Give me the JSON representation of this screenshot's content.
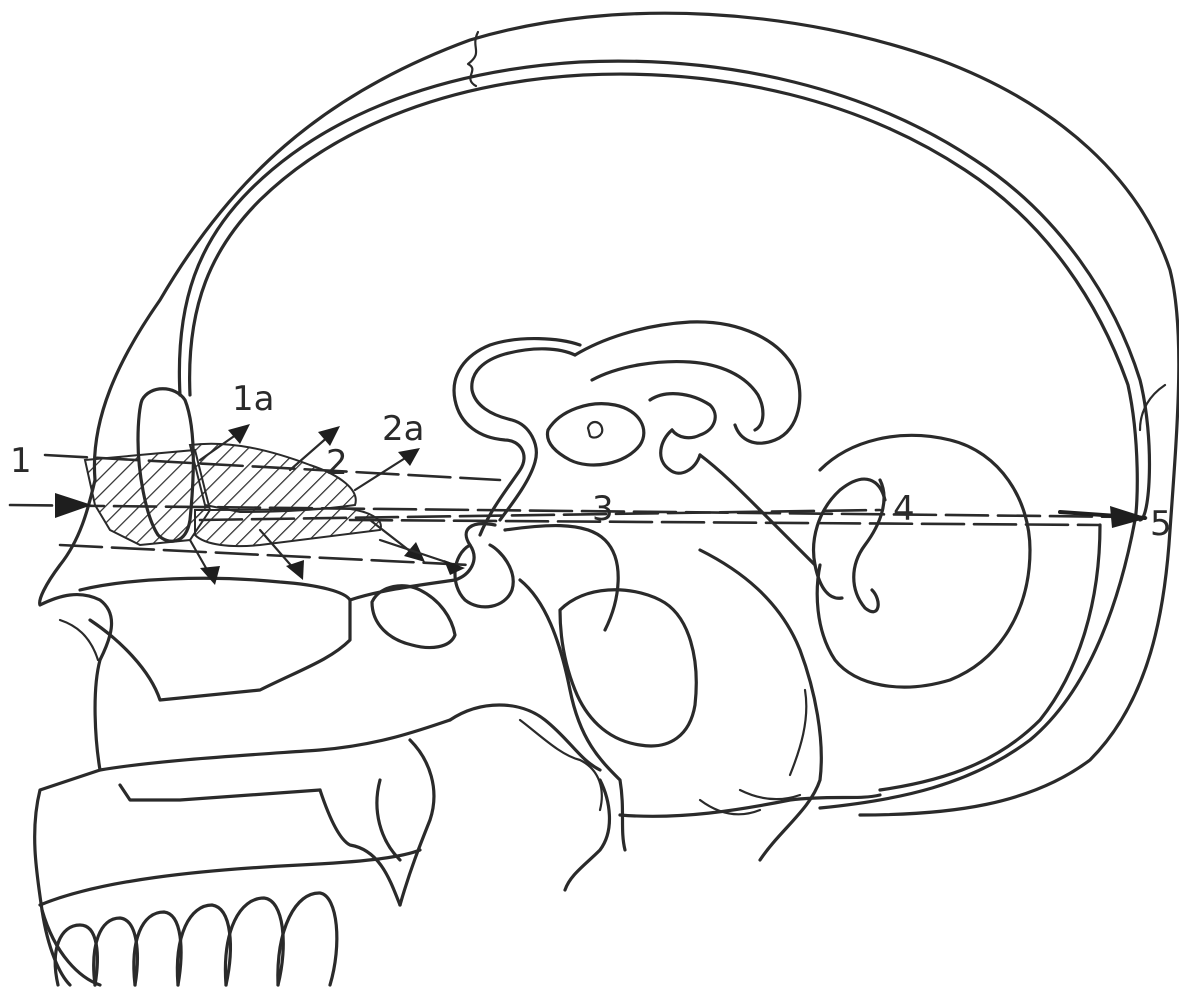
{
  "figure": {
    "labels": [
      "1",
      "1a",
      "2",
      "2a",
      "3",
      "4",
      "5"
    ]
  },
  "colors": {
    "ink": "#2a2a2a",
    "background": "#ffffff"
  }
}
